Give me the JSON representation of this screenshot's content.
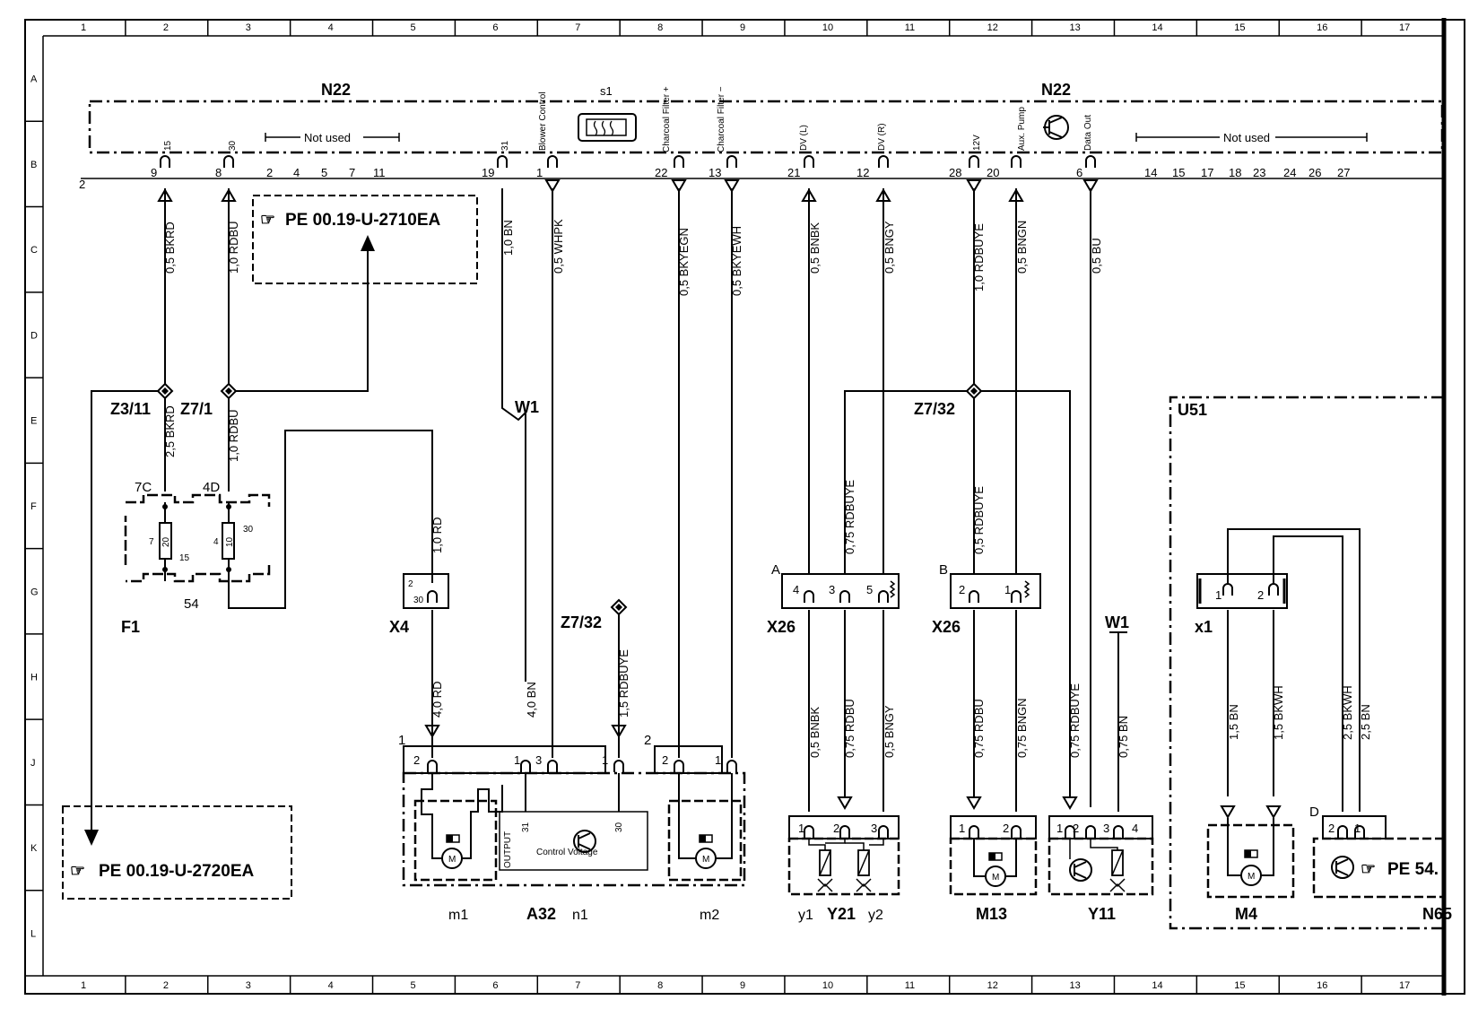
{
  "grid": {
    "cols": [
      "1",
      "2",
      "3",
      "4",
      "5",
      "6",
      "7",
      "8",
      "9",
      "10",
      "11",
      "12",
      "13",
      "14",
      "15",
      "16",
      "17"
    ],
    "rows": [
      "A",
      "B",
      "C",
      "D",
      "E",
      "F",
      "G",
      "H",
      "J",
      "K",
      "L"
    ]
  },
  "module": {
    "name_left": "N22",
    "name_right": "N22",
    "switch_name": "s1",
    "edge_num": "2",
    "not_used_left": "Not used",
    "not_used_right": "Not used",
    "pins": [
      {
        "num": "9",
        "func": "15"
      },
      {
        "num": "8",
        "func": "30"
      },
      {
        "num": "19",
        "func": "31"
      },
      {
        "num": "1",
        "func": "Blower Control"
      },
      {
        "num": "22",
        "func": "Charcoal Filter +"
      },
      {
        "num": "13",
        "func": "Charcoal Filter −"
      },
      {
        "num": "21",
        "func": "DV (L)"
      },
      {
        "num": "12",
        "func": "DV (R)"
      },
      {
        "num": "28",
        "func": "12V"
      },
      {
        "num": "20",
        "func": "Aux. Pump"
      },
      {
        "num": "6",
        "func": "Data Out"
      }
    ],
    "unused_left": [
      "2",
      "4",
      "5",
      "7",
      "11"
    ],
    "unused_right": [
      "14",
      "15",
      "17",
      "18",
      "23",
      "24",
      "26",
      "27"
    ]
  },
  "refs": {
    "top": "PE 00.19-U-2710EA",
    "bottom": "PE 00.19-U-2720EA",
    "right": "PE 54."
  },
  "wires": {
    "w9": "0,5 BKRD",
    "w8": "1,0 RDBU",
    "w19": "1,0 BN",
    "w1": "0,5 WHPK",
    "w22": "0,5 BKYEGN",
    "w13": "0,5 BKYEWH",
    "w21": "0,5 BNBK",
    "w12": "0,5 BNGY",
    "w28": "1,0 RDBUYE",
    "w20": "0,5 BNGN",
    "w6": "0,5 BU",
    "f1a": "2,5 BKRD",
    "f1b": "1,0 RDBU",
    "x4a": "1,0 RD",
    "x4b": "4,0 RD",
    "w1b": "4,0 BN",
    "z732b": "1,5 RDBUYE",
    "x26a3": "0,75 RDBUYE",
    "x26b2": "0,5 RDBUYE",
    "y1a": "0,5 BNBK",
    "y21a": "0,75 RDBU",
    "y2a": "0,5 BNGY",
    "m13a": "0,75 RDBU",
    "m13b": "0,75 BNGN",
    "y11a": "0,75 RDBUYE",
    "y11b": "0,75 BN",
    "m4a": "1,5 BN",
    "m4b": "1,5 BKWH",
    "n65a": "2,5 BKWH",
    "n65b": "2,5 BN"
  },
  "labels": {
    "z311": "Z3/11",
    "z71": "Z7/1",
    "z732_top": "Z7/32",
    "z732_low": "Z7/32",
    "w1_top": "W1",
    "w1_right": "W1",
    "f1": "F1",
    "f1_7c": "7C",
    "f1_4d": "4D",
    "f1_54": "54",
    "f1_7": "7",
    "f1_20": "20",
    "f1_15": "15",
    "f1_4": "4",
    "f1_10": "10",
    "f1_30": "30",
    "x4": "X4",
    "x4_2": "2",
    "x4_30": "30",
    "x26_a": "X26",
    "x26_b": "X26",
    "conn_A": "A",
    "conn_B": "B",
    "x26a_pins": [
      "4",
      "3",
      "5"
    ],
    "x26b_pins": [
      "2",
      "1"
    ],
    "x1": "x1",
    "x1_pins": [
      "1",
      "2"
    ],
    "u51": "U51",
    "m1": "m1",
    "a32": "A32",
    "n1": "n1",
    "m2": "m2",
    "y1": "y1",
    "y21": "Y21",
    "y2": "y2",
    "m13": "M13",
    "y11": "Y11",
    "m4": "M4",
    "n65": "N65",
    "conn1": "1",
    "conn2": "2",
    "connD": "D",
    "a32_conn1_pins": [
      "2",
      "1",
      "3",
      "1"
    ],
    "a32_conn2_pins": [
      "2",
      "1"
    ],
    "y21_pins": [
      "1",
      "2",
      "3"
    ],
    "m13_pins": [
      "1",
      "2"
    ],
    "y11_pins": [
      "1",
      "2",
      "3",
      "4"
    ],
    "n65_pins": [
      "2",
      "1"
    ],
    "n1_output": "OUTPUT",
    "n1_31": "31",
    "n1_control": "Control Voltage",
    "n1_30": "30",
    "motor": "M"
  }
}
